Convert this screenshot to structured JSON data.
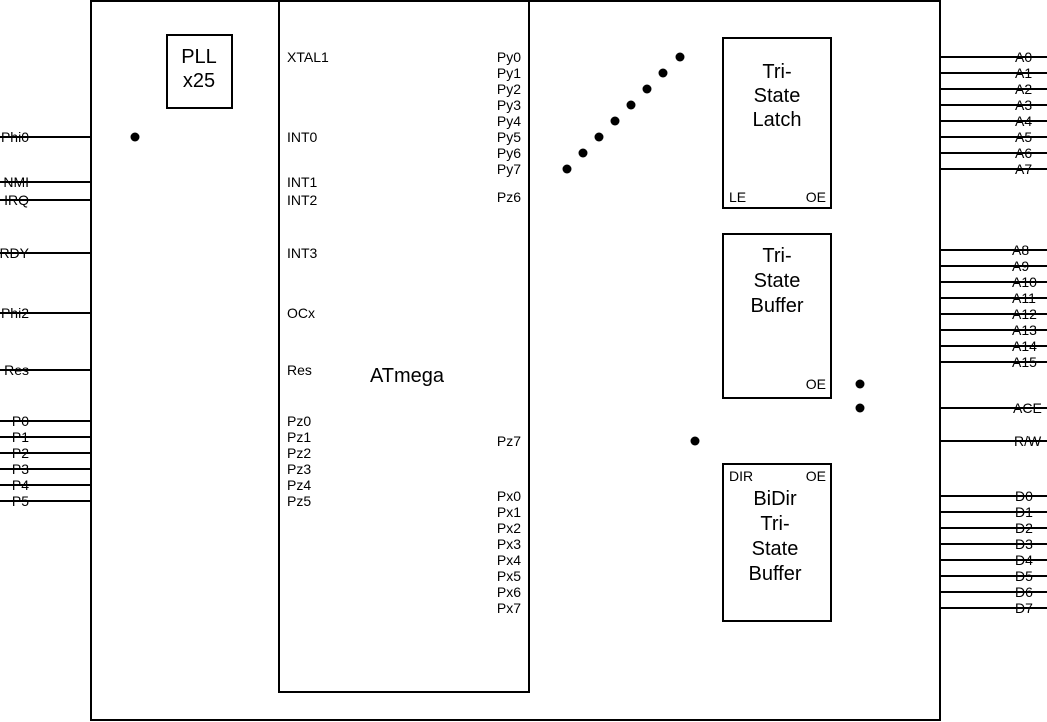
{
  "left_signals": [
    "Phi0",
    "NMI",
    "IRQ",
    "RDY",
    "Phi2",
    "Res",
    "P0",
    "P1",
    "P2",
    "P3",
    "P4",
    "P5"
  ],
  "mcu": {
    "name": "ATmega",
    "left_pins": [
      "XTAL1",
      "INT0",
      "INT1",
      "INT2",
      "INT3",
      "OCx",
      "Res",
      "Pz0",
      "Pz1",
      "Pz2",
      "Pz3",
      "Pz4",
      "Pz5"
    ],
    "py_pins": [
      "Py0",
      "Py1",
      "Py2",
      "Py3",
      "Py4",
      "Py5",
      "Py6",
      "Py7"
    ],
    "pz6": "Pz6",
    "pz7": "Pz7",
    "px_pins": [
      "Px0",
      "Px1",
      "Px2",
      "Px3",
      "Px4",
      "Px5",
      "Px6",
      "Px7"
    ]
  },
  "pll": {
    "line1": "PLL",
    "line2": "x25"
  },
  "latch": {
    "lines": [
      "Tri-",
      "State",
      "Latch"
    ],
    "le": "LE",
    "oe": "OE"
  },
  "buffer": {
    "lines": [
      "Tri-",
      "State",
      "Buffer"
    ],
    "oe": "OE"
  },
  "bidir": {
    "lines": [
      "BiDir",
      "Tri-",
      "State",
      "Buffer"
    ],
    "dir": "DIR",
    "oe": "OE"
  },
  "address_low": [
    "A0",
    "A1",
    "A2",
    "A3",
    "A4",
    "A5",
    "A6",
    "A7"
  ],
  "address_high": [
    "A8",
    "A9",
    "A10",
    "A11",
    "A12",
    "A13",
    "A14",
    "A15"
  ],
  "ace": "ACE",
  "rw": "R/W",
  "data_bus": [
    "D0",
    "D1",
    "D2",
    "D3",
    "D4",
    "D5",
    "D6",
    "D7"
  ]
}
